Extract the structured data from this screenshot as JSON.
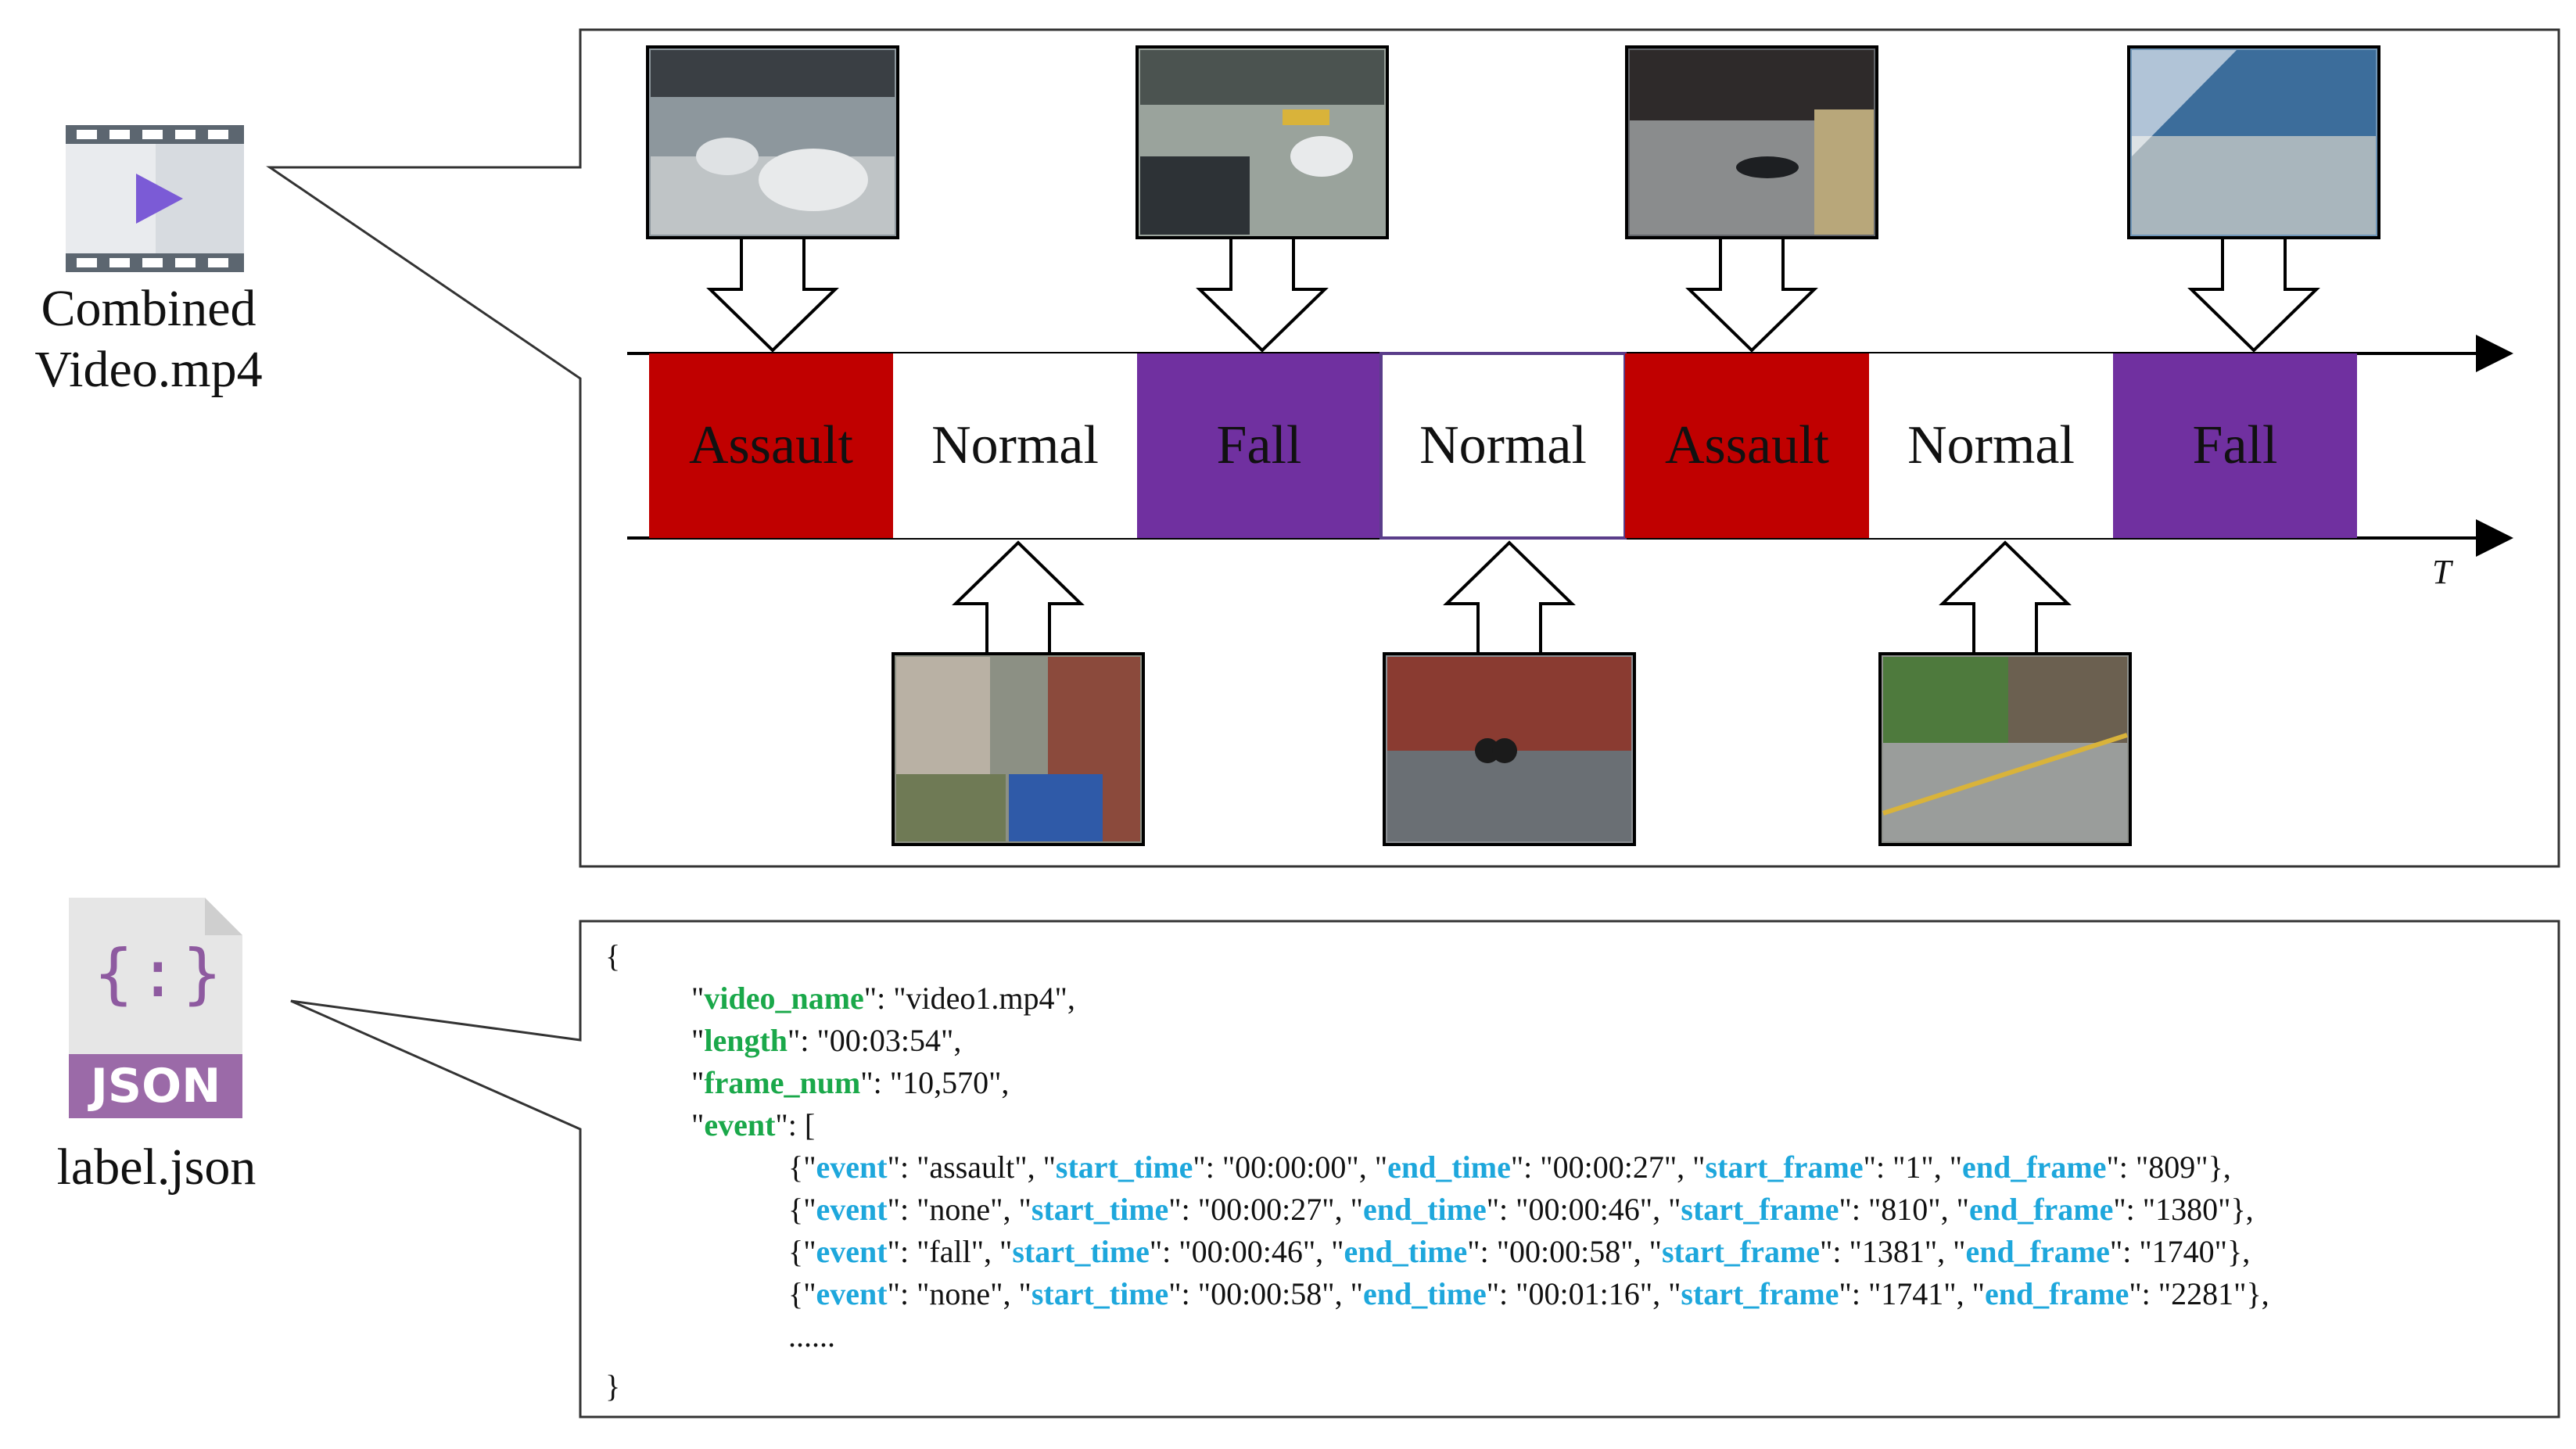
{
  "video_icon": {
    "name": "video-file-icon",
    "label_line1": "Combined",
    "label_line2": "Video.mp4"
  },
  "json_icon": {
    "name": "json-file-icon",
    "badge": "JSON",
    "glyph": "{:}",
    "label": "label.json"
  },
  "timeline": {
    "axis_label": "T",
    "segments": [
      {
        "label": "Assault",
        "color": "#c00000"
      },
      {
        "label": "Normal",
        "color": "#ffffff"
      },
      {
        "label": "Fall",
        "color": "#7030a0"
      },
      {
        "label": "Normal",
        "color": "#ffffff"
      },
      {
        "label": "Assault",
        "color": "#c00000"
      },
      {
        "label": "Normal",
        "color": "#ffffff"
      },
      {
        "label": "Fall",
        "color": "#7030a0"
      }
    ]
  },
  "json_sample": {
    "open_brace": "{",
    "close_brace": "}",
    "video_name": {
      "key": "video_name",
      "value": "\"video1.mp4\","
    },
    "length": {
      "key": "length",
      "value": "\"00:03:54\","
    },
    "frame_num": {
      "key": "frame_num",
      "value": "\"10,570\","
    },
    "event_key": "event",
    "event_open": ": [",
    "events": [
      {
        "event": "\"assault\"",
        "start_time": "\"00:00:00\"",
        "end_time": "\"00:00:27\"",
        "start_frame": "\"1\"",
        "end_frame": "\"809\""
      },
      {
        "event": "\"none\"",
        "start_time": "\"00:00:27\"",
        "end_time": "\"00:00:46\"",
        "start_frame": "\"810\"",
        "end_frame": "\"1380\""
      },
      {
        "event": "\"fall\"",
        "start_time": "\"00:00:46\"",
        "end_time": "\"00:00:58\"",
        "start_frame": "\"1381\"",
        "end_frame": "\"1740\""
      },
      {
        "event": "\"none\"",
        "start_time": "\"00:00:58\"",
        "end_time": "\"00:01:16\"",
        "start_frame": "\"1741\"",
        "end_frame": "\"2281\""
      }
    ],
    "ellipsis": "......"
  }
}
